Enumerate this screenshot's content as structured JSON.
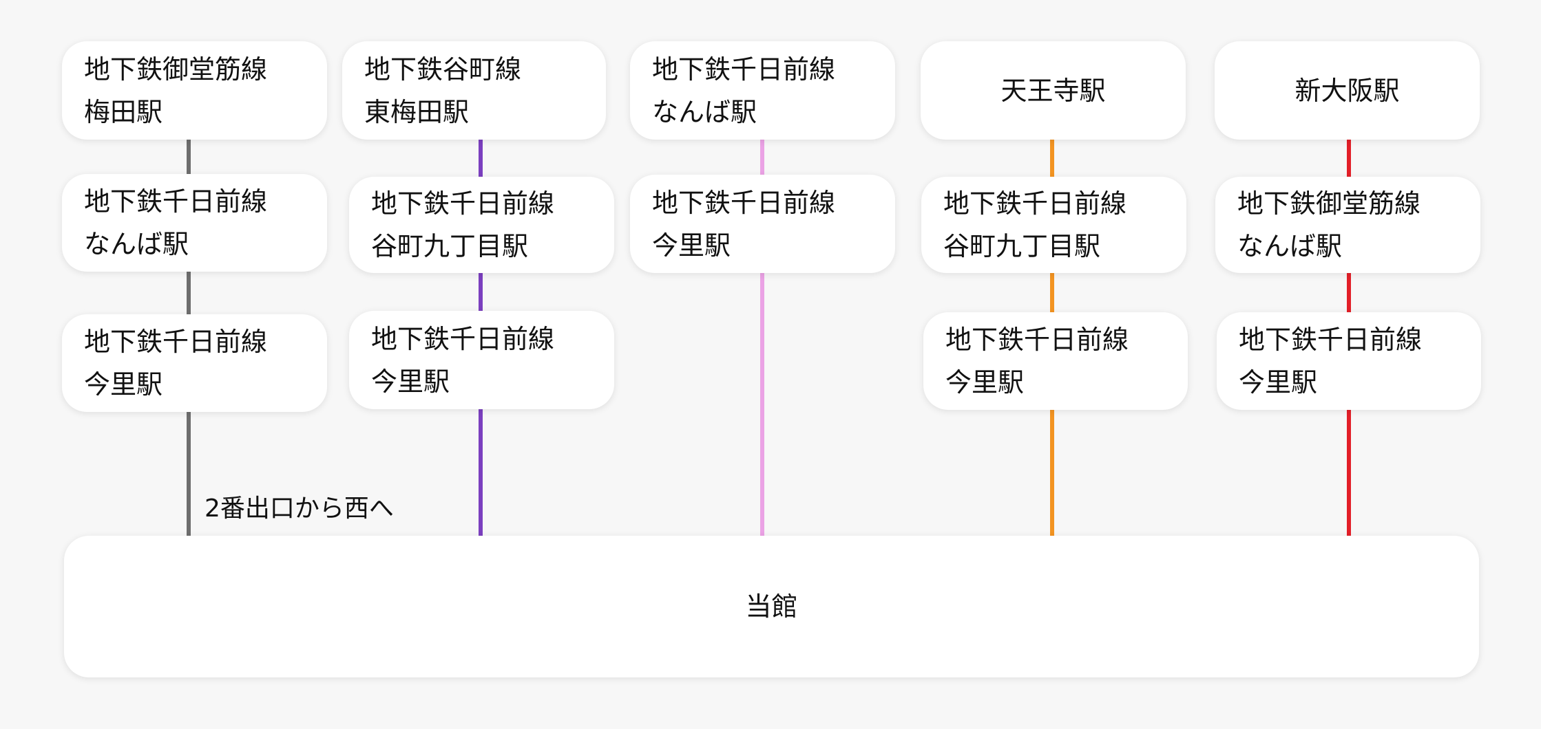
{
  "routes": [
    {
      "color": "#6e6e6e",
      "stops": [
        [
          "地下鉄御堂筋線",
          "梅田駅"
        ],
        [
          "地下鉄千日前線",
          "なんば駅"
        ],
        [
          "地下鉄千日前線",
          "今里駅"
        ]
      ]
    },
    {
      "color": "#7b3fbf",
      "stops": [
        [
          "地下鉄谷町線",
          "東梅田駅"
        ],
        [
          "地下鉄千日前線",
          "谷町九丁目駅"
        ],
        [
          "地下鉄千日前線",
          "今里駅"
        ]
      ]
    },
    {
      "color": "#eba2e5",
      "stops": [
        [
          "地下鉄千日前線",
          "なんば駅"
        ],
        [
          "地下鉄千日前線",
          "今里駅"
        ]
      ]
    },
    {
      "color": "#f39422",
      "stops": [
        [
          "天王寺駅"
        ],
        [
          "地下鉄千日前線",
          "谷町九丁目駅"
        ],
        [
          "地下鉄千日前線",
          "今里駅"
        ]
      ]
    },
    {
      "color": "#e31f28",
      "stops": [
        [
          "新大阪駅"
        ],
        [
          "地下鉄御堂筋線",
          "なんば駅"
        ],
        [
          "地下鉄千日前線",
          "今里駅"
        ]
      ]
    }
  ],
  "exit_note": "2番出口から西へ",
  "destination": "当館"
}
